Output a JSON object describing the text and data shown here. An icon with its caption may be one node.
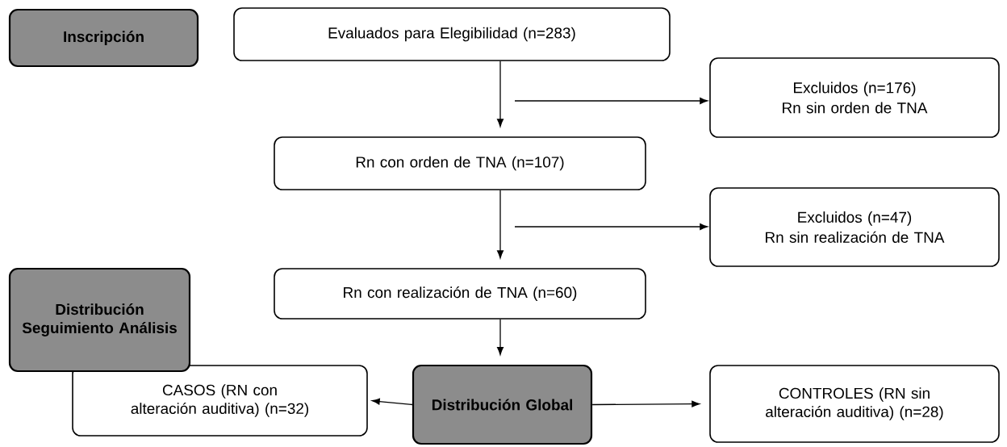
{
  "diagram": {
    "nodes": [
      {
        "text": [
          "Inscripción"
        ]
      },
      {
        "text": [
          "Evaluados para Elegibilidad (n=283)"
        ]
      },
      {
        "text": [
          "Excluidos (n=176)",
          "Rn sin orden de TNA"
        ]
      },
      {
        "text": [
          "Rn con orden de TNA (n=107)"
        ]
      },
      {
        "text": [
          "Excluidos (n=47)",
          "Rn sin realización de TNA"
        ]
      },
      {
        "text": [
          "Distribución Seguimiento Análisis"
        ]
      },
      {
        "text": [
          "Rn con realización de TNA (n=60)"
        ]
      },
      {
        "text": [
          "CASOS (RN con alteración auditiva) (n=32)"
        ]
      },
      {
        "text": [
          "Distribución Global"
        ]
      },
      {
        "text": [
          "CONTROLES (RN sin alteración auditiva) (n=28)"
        ]
      }
    ],
    "edges": [
      {
        "from": 1,
        "to": 3,
        "arrow": "to"
      },
      {
        "from": null,
        "to": 2,
        "arrow": "to"
      },
      {
        "from": 3,
        "to": 6,
        "arrow": "to"
      },
      {
        "from": null,
        "to": 4,
        "arrow": "to"
      },
      {
        "from": 6,
        "to": 8,
        "arrow": "to"
      },
      {
        "from": 8,
        "to": 7,
        "arrow": "to"
      },
      {
        "from": 8,
        "to": 9,
        "arrow": "to"
      }
    ]
  }
}
